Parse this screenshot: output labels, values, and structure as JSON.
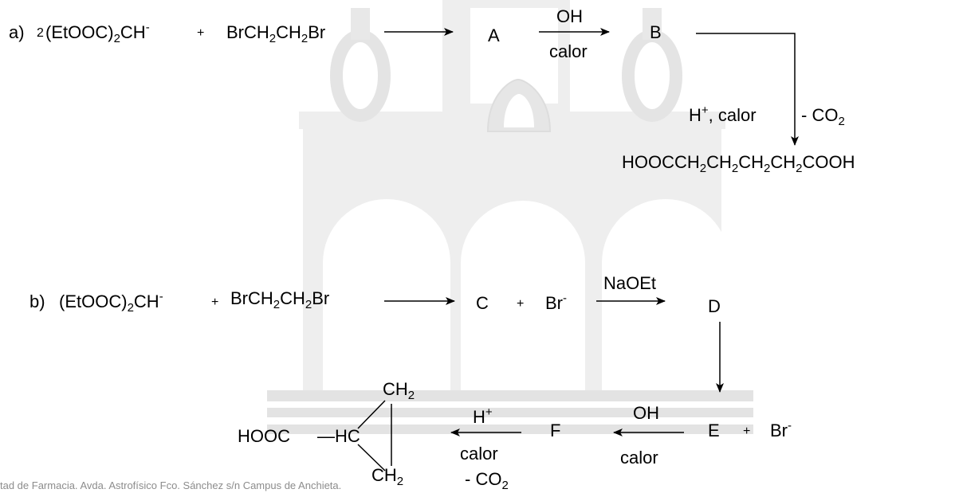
{
  "footer_text": "tad de Farmacia. Avda. Astrofísico Fco. Sánchez s/n Campus de Anchieta.",
  "scheme_a": {
    "label": "a)",
    "coef": "2",
    "reactant1": {
      "main": "(EtOOC)",
      "sub": "2",
      "tail": "CH",
      "charge": "-"
    },
    "plus": "+",
    "reactant2": {
      "p1": "BrCH",
      "s1": "2",
      "p2": "CH",
      "s2": "2",
      "p3": "Br"
    },
    "A": "A",
    "step1_above": "OH",
    "step1_below": "calor",
    "B": "B",
    "step2_cond1": "H",
    "step2_cond1_sup": "+",
    "step2_cond1_rest": ",  calor",
    "step2_cond2": "- CO",
    "step2_cond2_sub": "2",
    "product": {
      "p1": "HOOCCH",
      "s1": "2",
      "p2": "CH",
      "s2": "2",
      "p3": "CH",
      "s3": "2",
      "p4": "CH",
      "s4": "2",
      "p5": "COOH"
    }
  },
  "scheme_b": {
    "label": "b)",
    "reactant1": {
      "main": "(EtOOC)",
      "sub": "2",
      "tail": "CH",
      "charge": "-"
    },
    "plus": "+",
    "reactant2": {
      "p1": "BrCH",
      "s1": "2",
      "p2": "CH",
      "s2": "2",
      "p3": "Br"
    },
    "C": "C",
    "plus2": "+",
    "br": "Br",
    "br_charge": "-",
    "step1_above": "NaOEt",
    "D": "D",
    "E": "E",
    "plus3": "+",
    "br2": "Br",
    "br2_charge": "-",
    "step3_above": "OH",
    "step3_below": "calor",
    "F": "F",
    "step4_above": "H",
    "step4_above_sup": "+",
    "step4_below1": "calor",
    "step4_below2": "- CO",
    "step4_below2_sub": "2",
    "product": {
      "left": "HOOC",
      "dash": "—",
      "hc": "HC",
      "ch2_top": "CH",
      "ch2_top_sub": "2",
      "ch2_bot": "CH",
      "ch2_bot_sub": "2"
    }
  }
}
